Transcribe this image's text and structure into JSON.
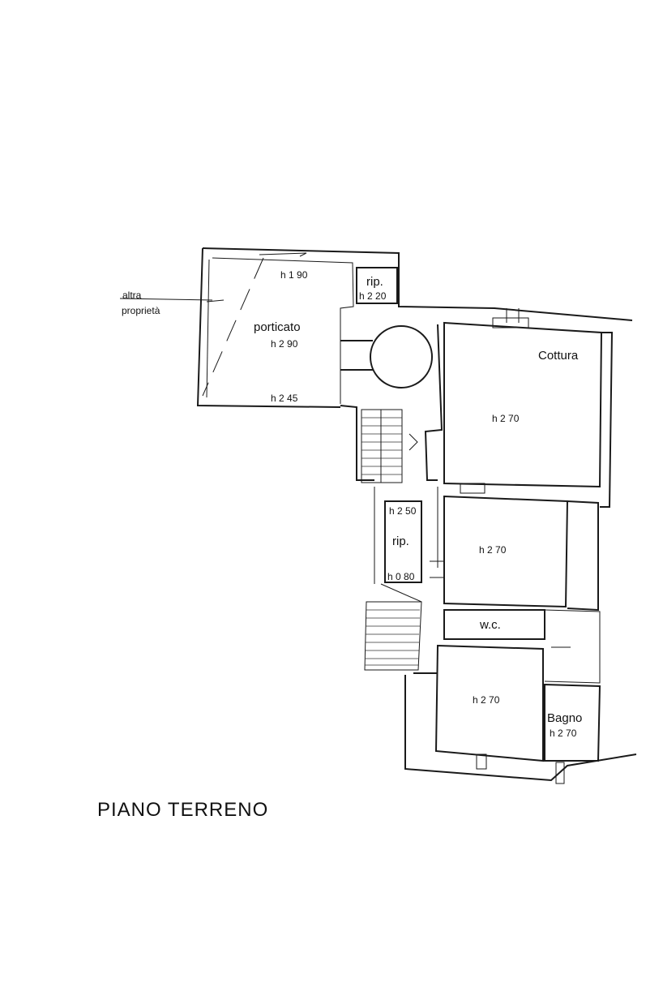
{
  "plan": {
    "title": "PIANO TERRENO",
    "neighbor_line1": "altra",
    "neighbor_line2": "proprietà",
    "rooms": {
      "porticato": {
        "name": "porticato",
        "h_top": "h 1 90",
        "h_center": "h 2 90",
        "h_bottom": "h 2 45"
      },
      "rip_top": {
        "name": "rip.",
        "h": "h 2 20"
      },
      "cottura": {
        "name": "Cottura",
        "h": "h 2 70"
      },
      "room_mid": {
        "h": "h 2 70"
      },
      "rip_mid": {
        "name": "rip.",
        "h_top": "h 2 50",
        "h_bottom": "h 0 80"
      },
      "wc": {
        "name": "w.c."
      },
      "room_low": {
        "h": "h 2 70"
      },
      "bagno": {
        "name": "Bagno",
        "h": "h 2 70"
      }
    }
  }
}
